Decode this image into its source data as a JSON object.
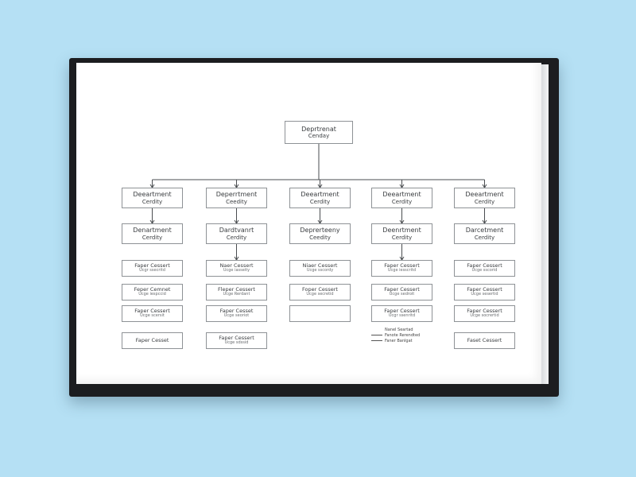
{
  "colors": {
    "background": "#b5e0f4",
    "frame": "#1c1d20",
    "sheet": "#ffffff",
    "node_border": "#8e9296",
    "connector": "#4a4d50"
  },
  "org_chart": {
    "root": {
      "line1": "Deprtrenat",
      "line2": "Cenday"
    },
    "columns": [
      {
        "head": {
          "line1": "Deeartment",
          "line2": "Cerdity"
        },
        "sub": {
          "line1": "Denartment",
          "line2": "Cerdity"
        },
        "leaves": [
          {
            "line1": "Faper Cessert",
            "line2": "Ucgr ssecritd"
          },
          {
            "line1": "Feper Cemnet",
            "line2": "Ucge iespccid"
          },
          {
            "line1": "Faper Cessert",
            "line2": "Ucge scersit"
          },
          {
            "line1": "Faper Cesset",
            "line2": ""
          }
        ]
      },
      {
        "head": {
          "line1": "Deperrtment",
          "line2": "Ceedity"
        },
        "sub": {
          "line1": "Dardtvanrt",
          "line2": "Cerdity"
        },
        "leaves": [
          {
            "line1": "Naer Cessert",
            "line2": "Ucge iasseity"
          },
          {
            "line1": "Fleper Cessert",
            "line2": "Ucge Rerdant"
          },
          {
            "line1": "Faper Cesset",
            "line2": "Ucge seoriot"
          },
          {
            "line1": "Faper Cessert",
            "line2": "Ucge sdssid"
          }
        ]
      },
      {
        "head": {
          "line1": "Deeartment",
          "line2": "Cerdity"
        },
        "sub": {
          "line1": "Deprerteeny",
          "line2": "Ceedity"
        },
        "leaves": [
          {
            "line1": "Niaer Cessert",
            "line2": "Ucge sscordy"
          },
          {
            "line1": "Foper Cessert",
            "line2": "Ucge secretid"
          },
          {
            "line1": "",
            "line2": ""
          }
        ]
      },
      {
        "head": {
          "line1": "Deeartment",
          "line2": "Cerdity"
        },
        "sub": {
          "line1": "Deenrtment",
          "line2": "Cerdity"
        },
        "leaves": [
          {
            "line1": "Faper Cessert",
            "line2": "Ucge iesscritd"
          },
          {
            "line1": "Faper Cessert",
            "line2": "Ucge sedroit"
          },
          {
            "line1": "Faper Cessert",
            "line2": "Ucgr ssenritd"
          }
        ]
      },
      {
        "head": {
          "line1": "Deeartment",
          "line2": "Cerdity"
        },
        "sub": {
          "line1": "Darcetment",
          "line2": "Cerdity"
        },
        "leaves": [
          {
            "line1": "Faper Cessert",
            "line2": "Ucge sscorid"
          },
          {
            "line1": "Faper Cessert",
            "line2": "Ucge sesertid"
          },
          {
            "line1": "Faper Cessert",
            "line2": "Ucge socrertid"
          },
          {
            "line1": "Faset Cessert",
            "line2": ""
          }
        ]
      }
    ],
    "legend": [
      {
        "style": "none",
        "label": "Nanel Seartad"
      },
      {
        "style": "line",
        "label": "Fanote Rerendted"
      },
      {
        "style": "line",
        "label": "Faner Banlgat"
      }
    ]
  }
}
